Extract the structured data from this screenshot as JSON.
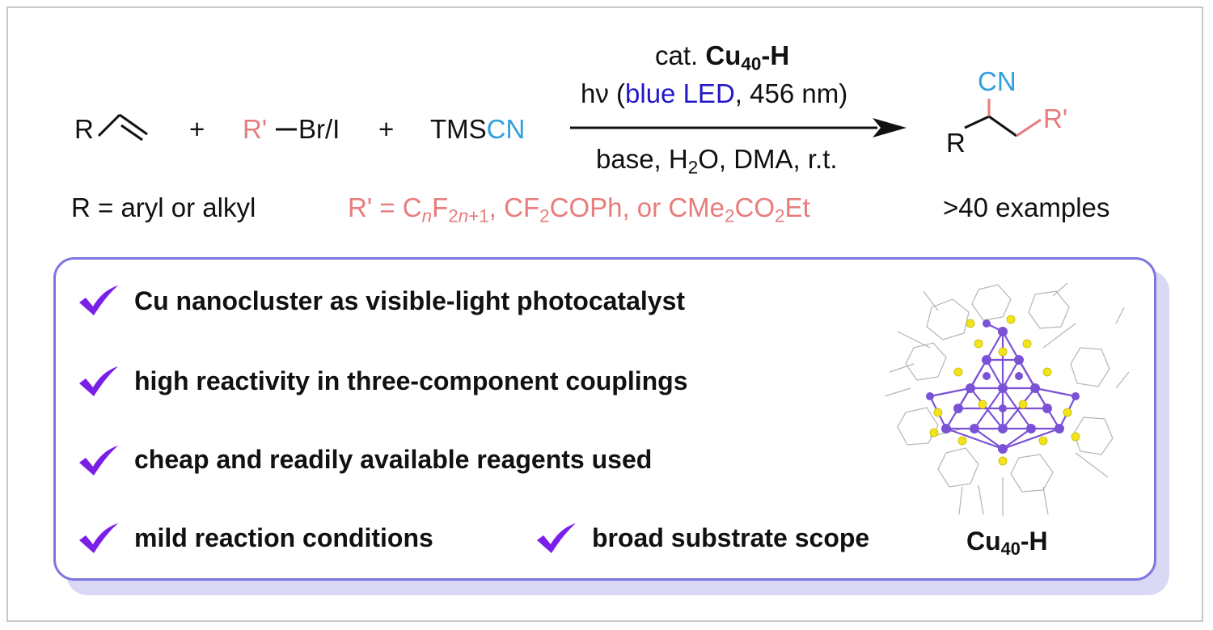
{
  "reaction": {
    "alkene_R": "R",
    "plus1": "+",
    "halide_R": "R'",
    "halide_X": "Br/I",
    "plus2": "+",
    "tms": "TMS",
    "cn": "CN",
    "above_cat": "cat.",
    "above_catalyst": "Cu",
    "above_catalyst_sub": "40",
    "above_catalyst_suffix": "-H",
    "light_hv": "hν (",
    "light_blue": "blue LED",
    "light_rest": ", 456 nm)",
    "below_1": "base, H",
    "below_sub": "2",
    "below_2": "O, DMA, r.t.",
    "product_cn": "CN",
    "product_R": "R",
    "product_Rp": "R'"
  },
  "definitions": {
    "r_def": "R = aryl or alkyl",
    "rp_prefix": "R' = C",
    "rp_n1": "n",
    "rp_F": "F",
    "rp_2n1": "2",
    "rp_n2": "n",
    "rp_plus1": "+1",
    "rp_mid": ", CF",
    "rp_sub2": "2",
    "rp_mid2": "COPh, or CMe",
    "rp_sub3": "2",
    "rp_mid3": "CO",
    "rp_sub4": "2",
    "rp_end": "Et",
    "examples": ">40 examples"
  },
  "features": [
    "Cu nanocluster as visible-light photocatalyst",
    "high reactivity in three-component couplings",
    "cheap and readily available reagents used",
    "mild reaction conditions",
    "broad substrate scope"
  ],
  "structure_label": {
    "main": "Cu",
    "sub": "40",
    "suffix": "-H"
  },
  "colors": {
    "pink": "#e87c7c",
    "cyan": "#2f9fe0",
    "blue_led": "#2318c8",
    "check": "#7a1fe8",
    "panel_border": "#7d76e0",
    "cluster": "#7b52d6",
    "sulfur": "#f2e41a"
  }
}
